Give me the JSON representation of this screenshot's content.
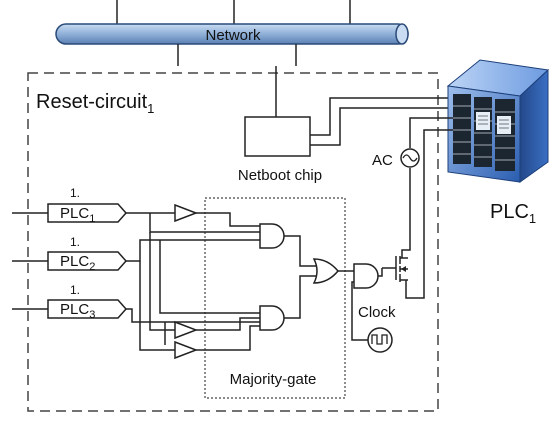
{
  "network": {
    "label": "Network"
  },
  "reset_circuit": {
    "label": "Reset-circuit",
    "subscript": "1"
  },
  "netboot": {
    "label": "Netboot chip"
  },
  "plc_main": {
    "label": "PLC",
    "subscript": "1"
  },
  "ac": {
    "label": "AC"
  },
  "clock": {
    "label": "Clock"
  },
  "majority": {
    "label": "Majority-gate"
  },
  "plc_inputs": [
    {
      "label": "PLC",
      "subscript": "1",
      "tag": "1."
    },
    {
      "label": "PLC",
      "subscript": "2",
      "tag": "1."
    },
    {
      "label": "PLC",
      "subscript": "3",
      "tag": "1."
    }
  ],
  "colors": {
    "network_fill": "#8fb0d8",
    "network_stroke": "#2a4a78",
    "server_body": "#3a7bd5"
  }
}
